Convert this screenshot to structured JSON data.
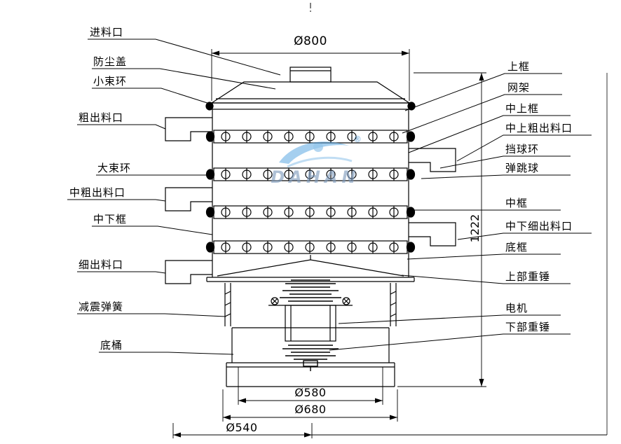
{
  "labels_left": [
    "进料口",
    "防尘盖",
    "小束环",
    "粗出料口",
    "大束环",
    "中粗出料口",
    "中下框",
    "细出料口",
    "减震弹簧",
    "底桶"
  ],
  "labels_right": [
    "上框",
    "网架",
    "中上框",
    "中上粗出料口",
    "挡球环",
    "弹跳球",
    "中框",
    "中下细出料口",
    "底框",
    "上部重锤",
    "电机",
    "下部重锤"
  ],
  "dimensions": {
    "top_diameter": "Ø800",
    "total_height": "1222",
    "barrel_top_diameter": "Ø580",
    "base_plate_diameter": "Ø680",
    "base_ring_diameter": "Ø540"
  },
  "watermark": {
    "brand": "DAHAN",
    "registered": "®"
  },
  "colors": {
    "line": "#000000",
    "watermark_blue": "#55a4e0",
    "watermark_text": "#7e9abc"
  }
}
